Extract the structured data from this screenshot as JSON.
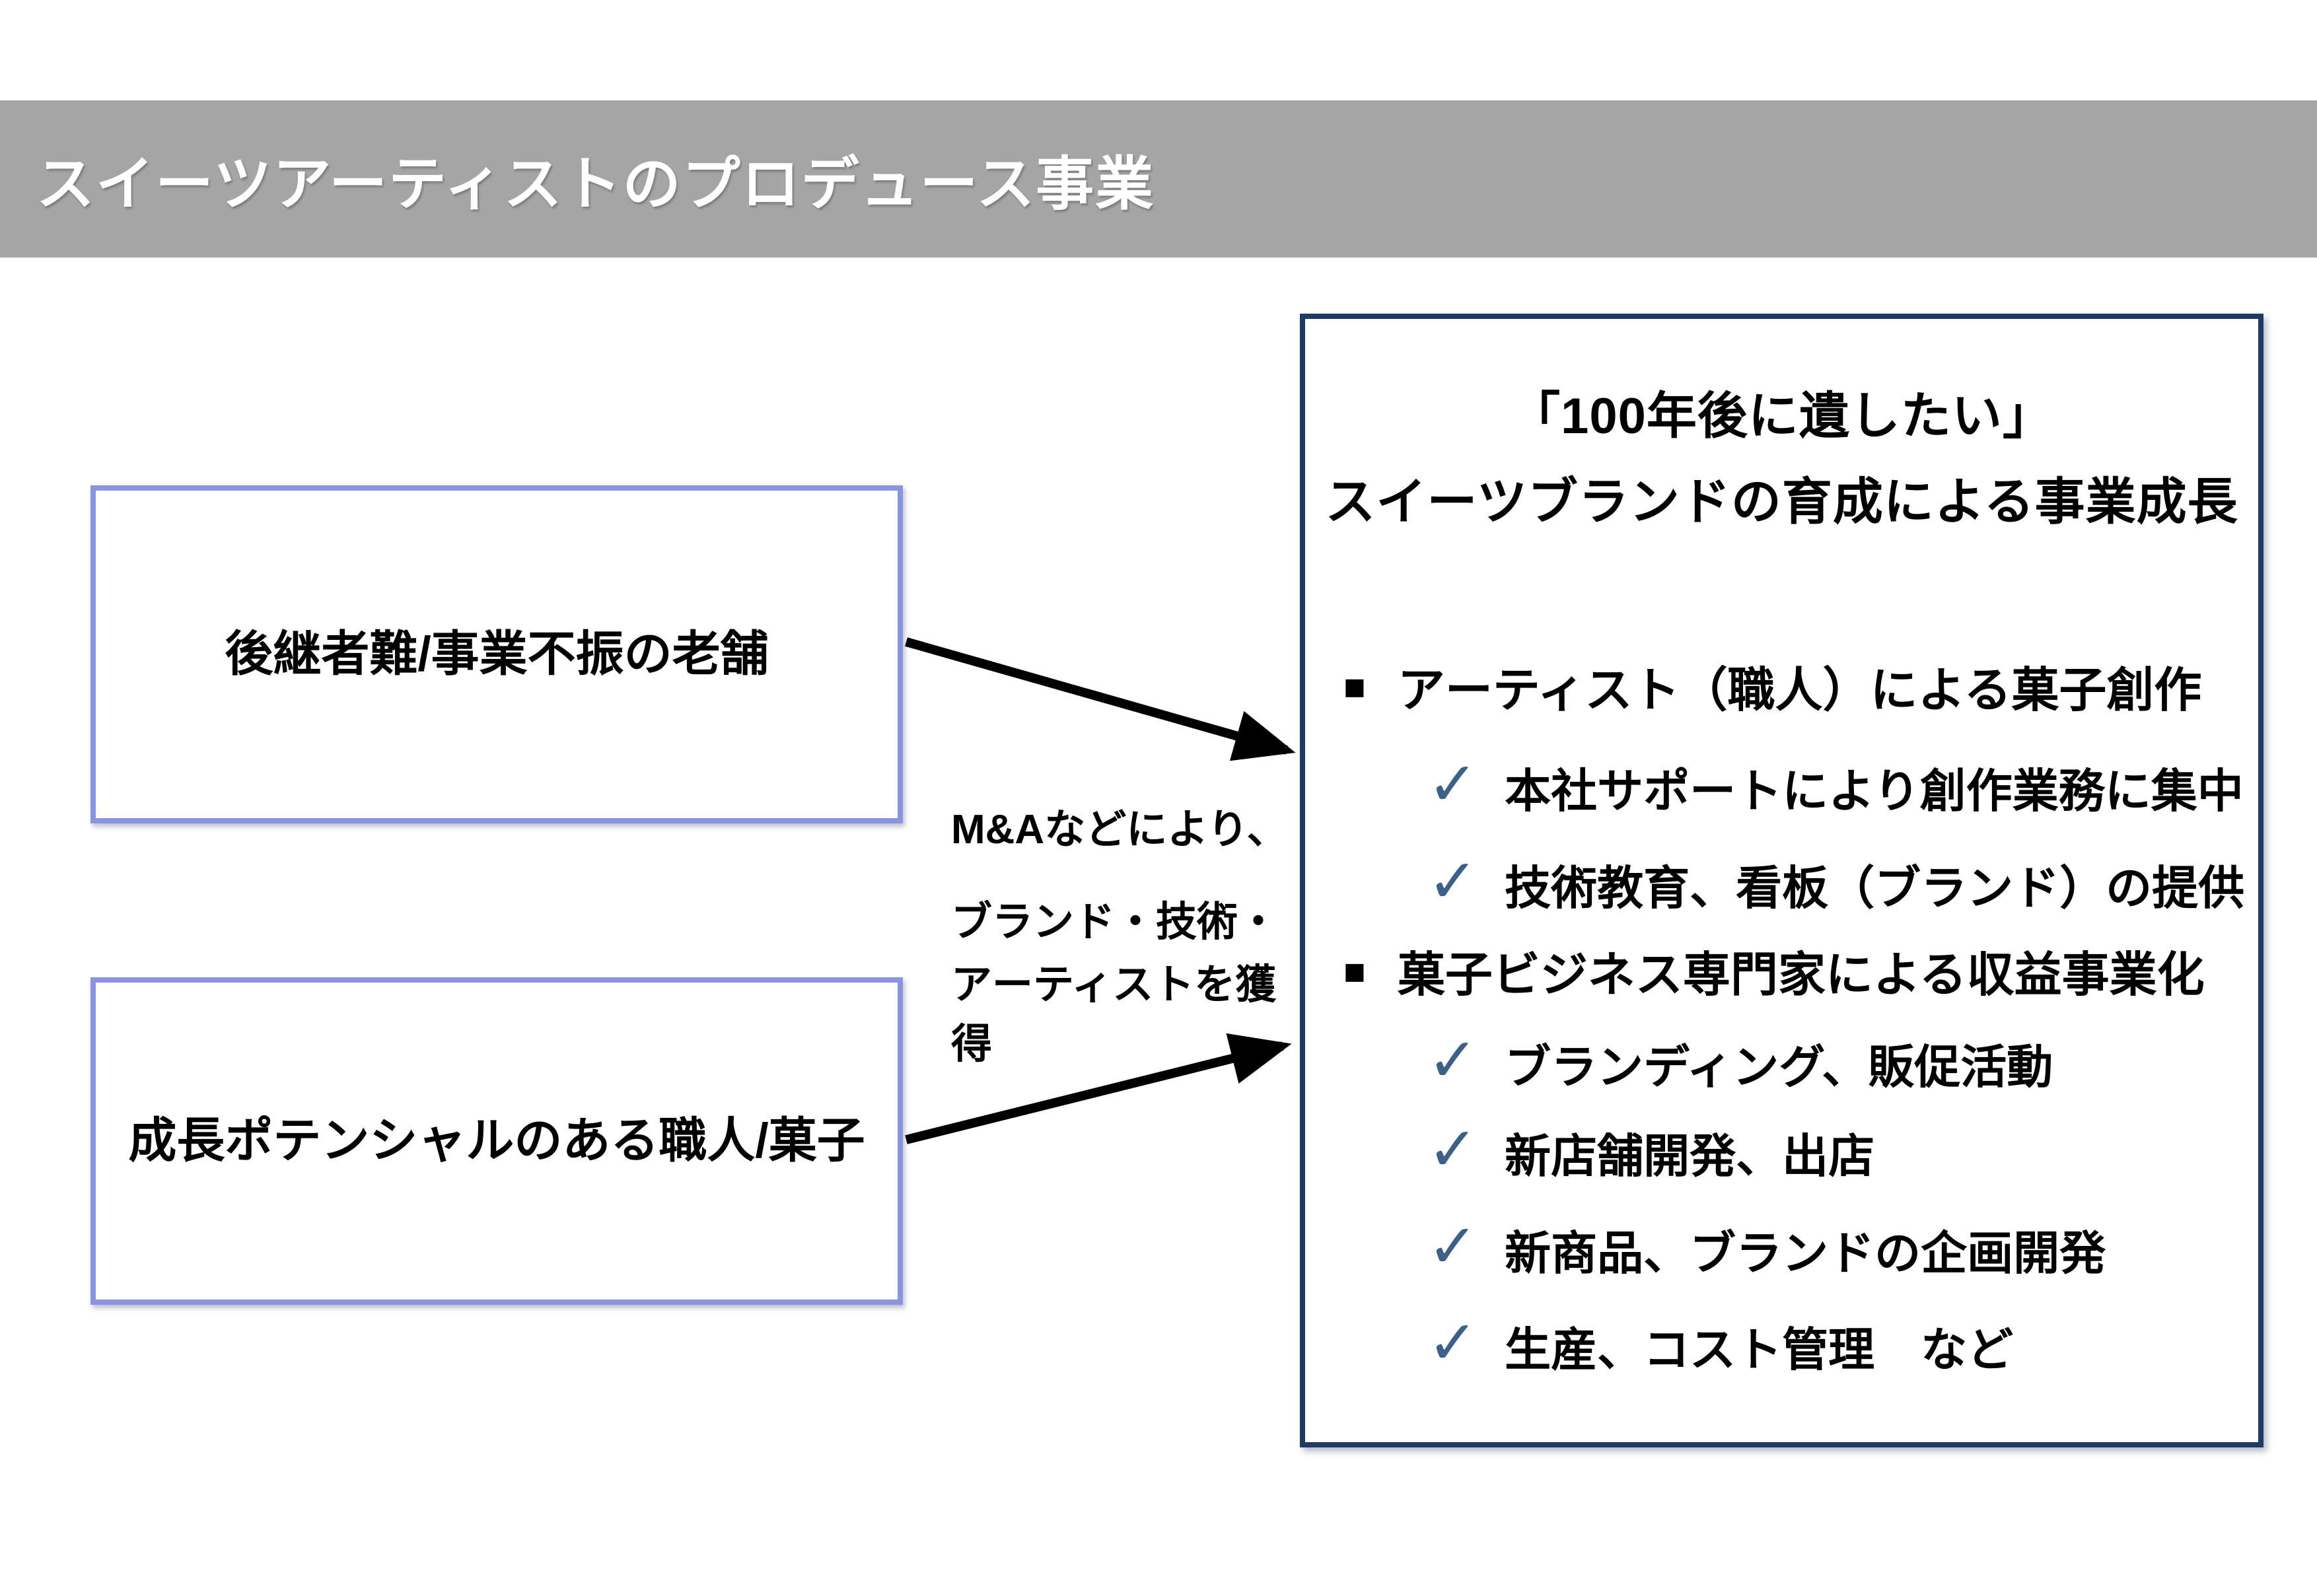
{
  "slide": {
    "title": "スイーツアーティストのプロデュース事業"
  },
  "left_boxes": [
    {
      "label": "後継者難/事業不振の老舗"
    },
    {
      "label": "成長ポテンシャルのある職人/菓子"
    }
  ],
  "arrow_label": {
    "line1": "M&Aなどにより、",
    "line2": "ブランド・技術・",
    "line3": "アーティストを獲得"
  },
  "right_panel": {
    "heading_line1": "「100年後に遺したい」",
    "heading_line2": "スイーツブランドの育成による事業成長",
    "sections": [
      {
        "marker": "■",
        "title": "アーティスト（職人）による菓子創作",
        "items": [
          {
            "marker": "✓",
            "text": "本社サポートにより創作業務に集中"
          },
          {
            "marker": "✓",
            "text": "技術教育、看板（ブランド）の提供"
          }
        ]
      },
      {
        "marker": "■",
        "title": "菓子ビジネス専門家による収益事業化",
        "items": [
          {
            "marker": "✓",
            "text": "ブランディング、販促活動"
          },
          {
            "marker": "✓",
            "text": "新店舗開発、出店"
          },
          {
            "marker": "✓",
            "text": "新商品、ブランドの企画開発"
          },
          {
            "marker": "✓",
            "text": "生産、コスト管理　など"
          }
        ]
      }
    ]
  },
  "colors": {
    "title_bar_bg": "#a5a5a5",
    "title_text": "#ffffff",
    "left_box_border": "#8b94e0",
    "right_panel_border": "#1f3b63",
    "check": "#3d6089",
    "bullet": "#000000",
    "arrow": "#000000",
    "body_text": "#000000"
  }
}
